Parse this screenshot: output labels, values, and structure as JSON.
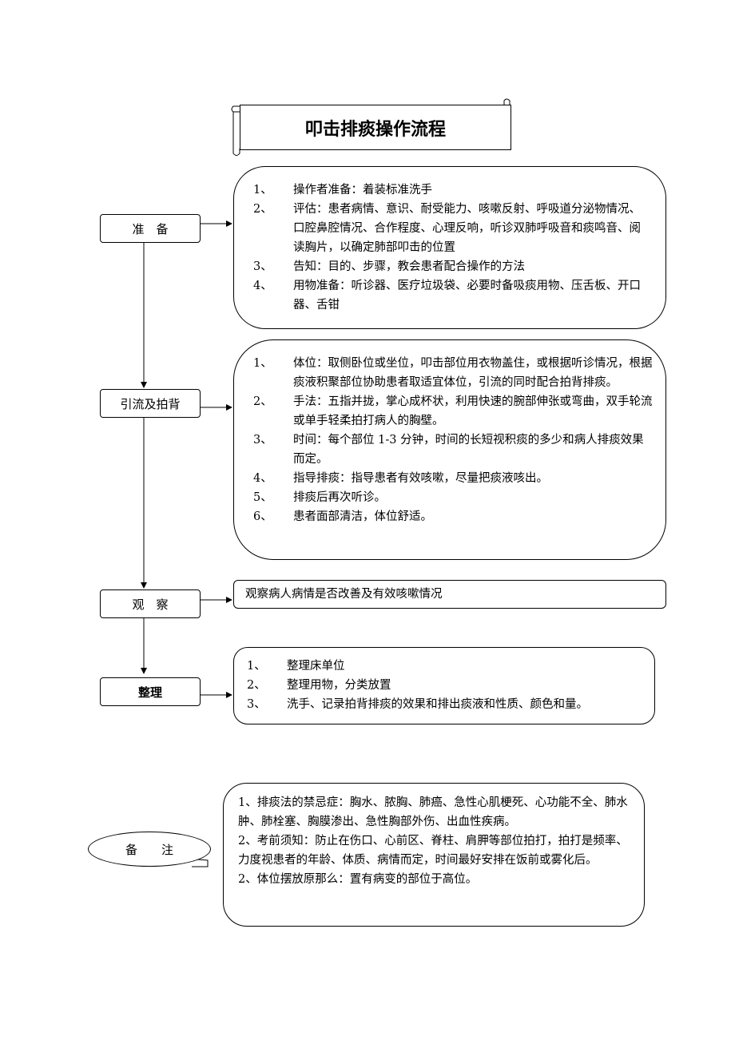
{
  "title": "叩击排痰操作流程",
  "steps": [
    {
      "label": "准　备",
      "items": [
        {
          "num": "1、",
          "text": "操作者准备：着装标准洗手"
        },
        {
          "num": "2、",
          "text": "评估：患者病情、意识、耐受能力、咳嗽反射、呼吸道分泌物情况、口腔鼻腔情况、合作程度、心理反响，听诊双肺呼吸音和痰鸣音、阅读胸片，以确定肺部叩击的位置"
        },
        {
          "num": "3、",
          "text": "告知：目的、步骤，教会患者配合操作的方法"
        },
        {
          "num": "4、",
          "text": "用物准备：听诊器、医疗垃圾袋、必要时备吸痰用物、压舌板、开口器、舌钳"
        }
      ]
    },
    {
      "label": "引流及拍背",
      "items": [
        {
          "num": "1、",
          "text": "体位：取侧卧位或坐位，叩击部位用衣物盖住，或根据听诊情况，根据痰液积聚部位协助患者取适宜体位，引流的同时配合拍背排痰。"
        },
        {
          "num": "2、",
          "text": "手法：五指并拢，掌心成杯状，利用快速的腕部伸张或弯曲，双手轮流或单手轻柔拍打病人的胸壁。"
        },
        {
          "num": "3、",
          "text": "时间：每个部位 1-3 分钟，时间的长短视积痰的多少和病人排痰效果而定。"
        },
        {
          "num": "4、",
          "text": "指导排痰：指导患者有效咳嗽，尽量把痰液咳出。"
        },
        {
          "num": "5、",
          "text": "排痰后再次听诊。"
        },
        {
          "num": "6、",
          "text": "患者面部清洁，体位舒适。"
        }
      ]
    },
    {
      "label": "观　察",
      "text": "观察病人病情是否改善及有效咳嗽情况"
    },
    {
      "label": "整理",
      "items": [
        {
          "num": "1、",
          "text": "整理床单位"
        },
        {
          "num": "2、",
          "text": "整理用物，分类放置"
        },
        {
          "num": "3、",
          "text": "洗手、记录拍背排痰的效果和排出痰液和性质、颜色和量。"
        }
      ]
    }
  ],
  "notes": {
    "label": "备　　注",
    "lines": [
      "1、排痰法的禁忌症：胸水、脓胸、肺癌、急性心肌梗死、心功能不全、肺水肿、肺栓塞、胸膜渗出、急性胸部外伤、出血性疾病。",
      "2、考前须知：防止在伤口、心前区、脊柱、肩胛等部位拍打，拍打是频率、力度视患者的年龄、体质、病情而定，时间最好安排在饭前或雾化后。",
      "2、体位摆放原那么：置有病变的部位于高位。"
    ]
  }
}
